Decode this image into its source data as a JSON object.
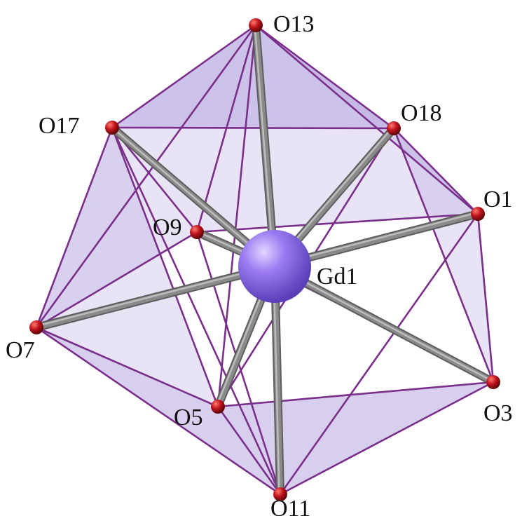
{
  "atoms": {
    "center": {
      "label": "Gd1",
      "color": "#8f6cf0"
    },
    "ligands": [
      {
        "id": "O13",
        "label": "O13"
      },
      {
        "id": "O17",
        "label": "O17"
      },
      {
        "id": "O18",
        "label": "O18"
      },
      {
        "id": "O1",
        "label": "O1"
      },
      {
        "id": "O9",
        "label": "O9"
      },
      {
        "id": "O7",
        "label": "O7"
      },
      {
        "id": "O5",
        "label": "O5"
      },
      {
        "id": "O3",
        "label": "O3"
      },
      {
        "id": "O11",
        "label": "O11"
      }
    ]
  },
  "colors": {
    "polyhedron_edge": "#7a2f8a",
    "polyhedron_face": "#b8a8e0",
    "bond": "#8a8a8a",
    "oxygen": "#c0141c"
  }
}
